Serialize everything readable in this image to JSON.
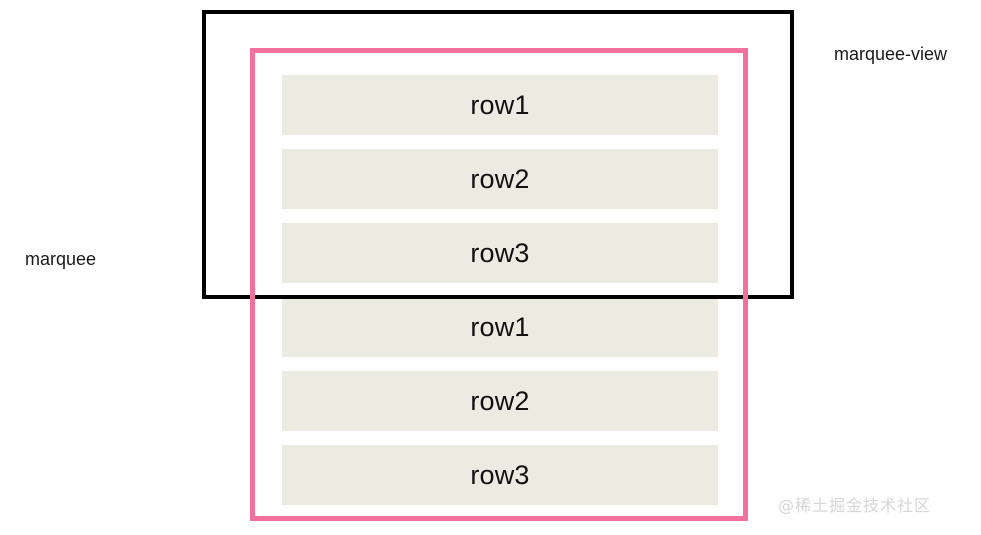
{
  "diagram": {
    "title": "marquee / marquee-view structure diagram",
    "colors": {
      "viewport_border": "#000000",
      "track_border": "#f2709c",
      "row_fill": "#ecebe1",
      "row_text": "#111111",
      "label_text": "#1a1a1a",
      "watermark_text": "#d6d6d6",
      "background": "#ffffff"
    },
    "labels": {
      "view": "marquee-view",
      "track": "marquee"
    },
    "rows": [
      {
        "text": "row1"
      },
      {
        "text": "row2"
      },
      {
        "text": "row3"
      },
      {
        "text": "row1"
      },
      {
        "text": "row2"
      },
      {
        "text": "row3"
      }
    ],
    "watermark": "@稀土掘金技术社区"
  }
}
